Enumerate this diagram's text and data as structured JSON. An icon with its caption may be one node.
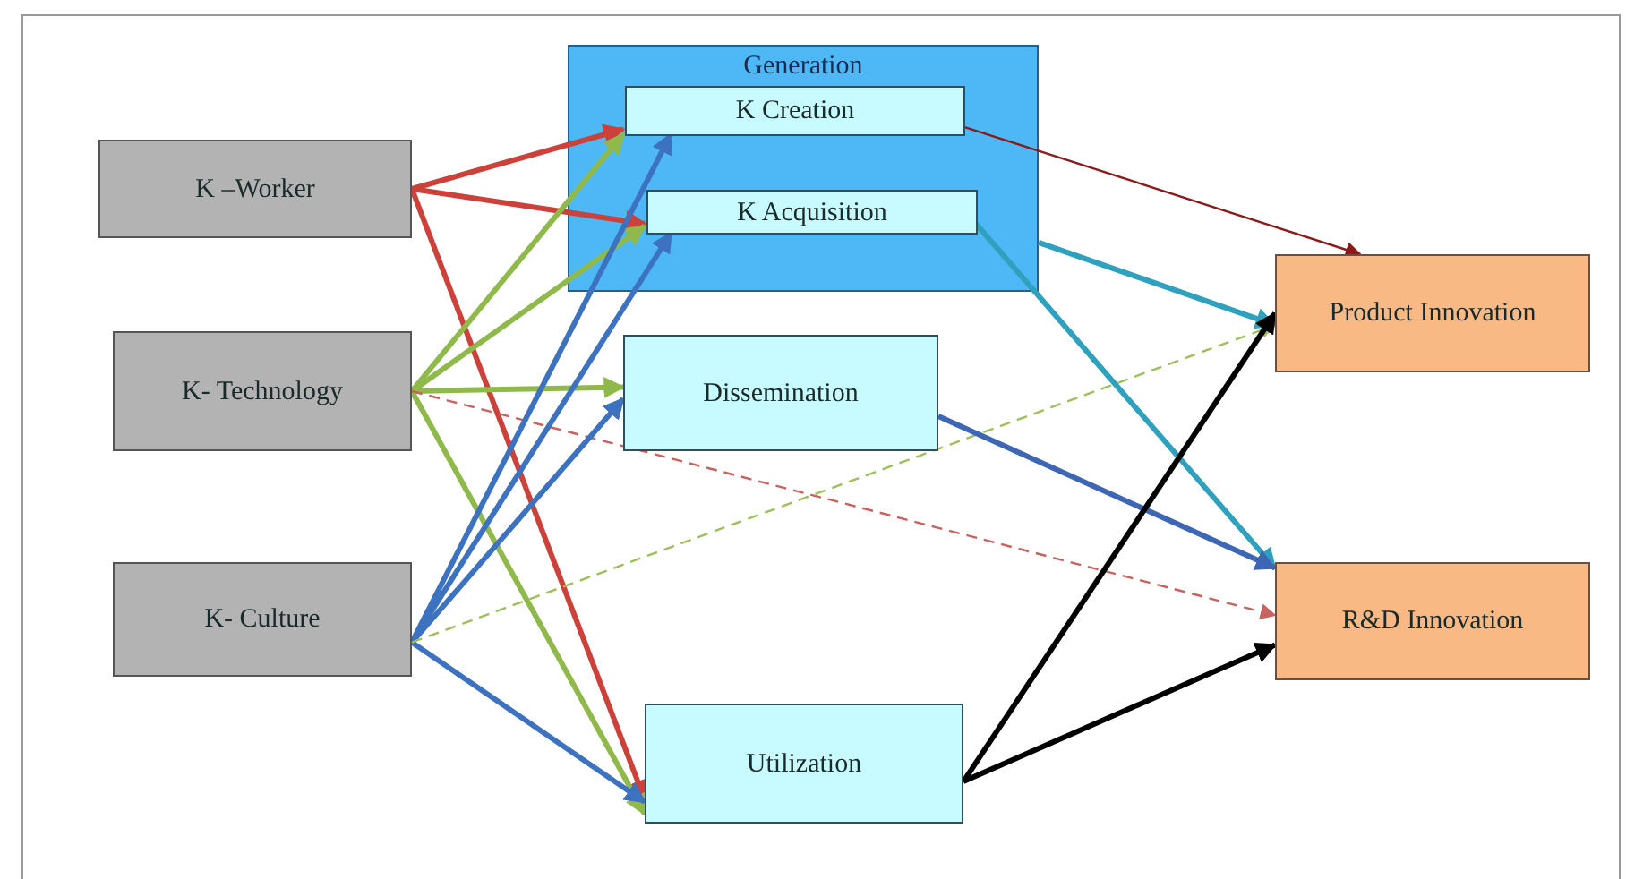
{
  "diagram": {
    "nodes": [
      {
        "text": [
          "K –Worker"
        ]
      },
      {
        "text": [
          "K- Technology"
        ]
      },
      {
        "text": [
          "K- Culture"
        ]
      },
      {
        "text": [
          "Generation"
        ]
      },
      {
        "text": [
          "K Creation"
        ],
        "in": 3
      },
      {
        "text": [
          "K Acquisition"
        ],
        "in": 3
      },
      {
        "text": [
          "Dissemination"
        ]
      },
      {
        "text": [
          "Utilization"
        ]
      },
      {
        "text": [
          "Product Innovation"
        ]
      },
      {
        "text": [
          "R&D Innovation"
        ]
      }
    ],
    "edges": [
      {
        "from": 0,
        "to": 4,
        "arrow": "to",
        "color": "#cc4139"
      },
      {
        "from": 0,
        "to": 5,
        "arrow": "to",
        "color": "#cc4139"
      },
      {
        "from": 0,
        "to": 7,
        "arrow": "to",
        "color": "#cc4139"
      },
      {
        "from": 1,
        "to": 4,
        "arrow": "to",
        "color": "#8fb94a"
      },
      {
        "from": 1,
        "to": 5,
        "arrow": "to",
        "color": "#8fb94a"
      },
      {
        "from": 1,
        "to": 6,
        "arrow": "to",
        "color": "#8fb94a"
      },
      {
        "from": 1,
        "to": 7,
        "arrow": "to",
        "color": "#8fb94a"
      },
      {
        "from": 1,
        "to": 9,
        "arrow": "to",
        "style": "dashed",
        "color": "#c8625e"
      },
      {
        "from": 2,
        "to": 4,
        "arrow": "to",
        "color": "#3d72c0"
      },
      {
        "from": 2,
        "to": 5,
        "arrow": "to",
        "color": "#3d72c0"
      },
      {
        "from": 2,
        "to": 6,
        "arrow": "to",
        "color": "#3d72c0"
      },
      {
        "from": 2,
        "to": 7,
        "arrow": "to",
        "color": "#3d72c0"
      },
      {
        "from": 2,
        "to": 8,
        "arrow": "to",
        "style": "dashed",
        "color": "#9fbf5a"
      },
      {
        "from": 4,
        "to": 8,
        "arrow": "to",
        "color": "#8b1a1a"
      },
      {
        "from": 3,
        "to": 8,
        "arrow": "to",
        "color": "#2fa0bd"
      },
      {
        "from": 5,
        "to": 9,
        "arrow": "to",
        "color": "#2fa0bd"
      },
      {
        "from": 6,
        "to": 9,
        "arrow": "to",
        "color": "#3d66b5"
      },
      {
        "from": 7,
        "to": 8,
        "arrow": "to",
        "color": "#000000"
      },
      {
        "from": 7,
        "to": 9,
        "arrow": "to",
        "color": "#000000"
      }
    ]
  }
}
